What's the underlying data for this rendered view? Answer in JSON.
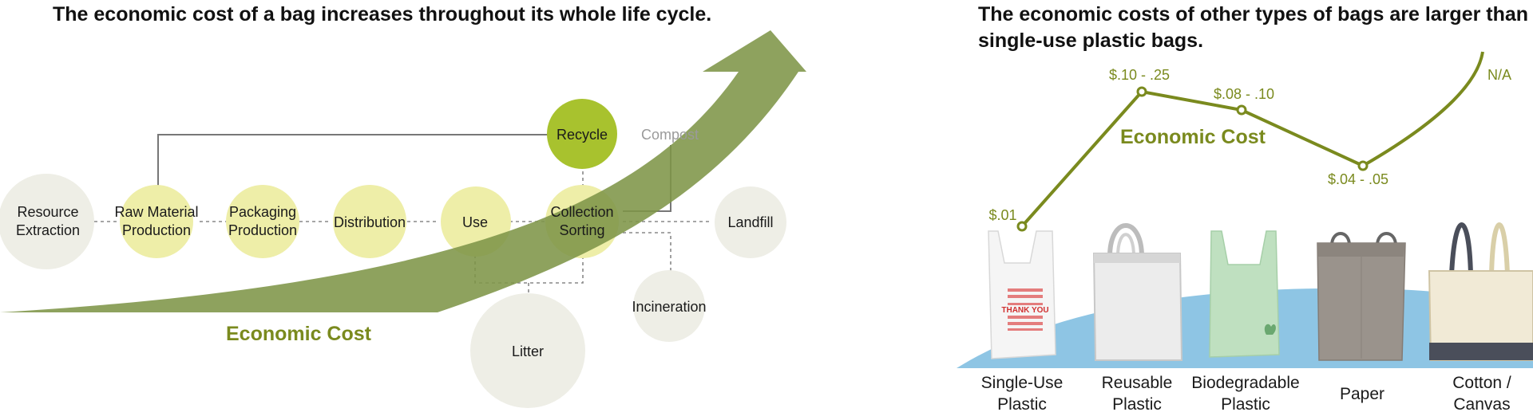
{
  "left": {
    "title": "The economic cost of a bag increases throughout its whole life cycle.",
    "cost_label": "Economic Cost",
    "nodes": {
      "resource_extraction": [
        "Resource",
        "Extraction"
      ],
      "raw_material_production": [
        "Raw Material",
        "Production"
      ],
      "packaging_production": [
        "Packaging",
        "Production"
      ],
      "distribution": "Distribution",
      "use": "Use",
      "collection_sorting": [
        "Collection",
        "Sorting"
      ],
      "recycle": "Recycle",
      "compost": "Compost",
      "landfill": "Landfill",
      "incineration": "Incineration",
      "litter": "Litter"
    }
  },
  "right": {
    "title": "The economic costs of other types of bags are larger than single-use plastic bags.",
    "cost_label": "Economic Cost",
    "bags": [
      [
        "Single-Use",
        "Plastic"
      ],
      [
        "Reusable",
        "Plastic"
      ],
      [
        "Biodegradable",
        "Plastic"
      ],
      [
        "Paper"
      ],
      [
        "Cotton /",
        "Canvas"
      ]
    ],
    "print_text": "THANK YOU"
  },
  "chart_data": {
    "type": "line",
    "categories": [
      "Single-Use Plastic",
      "Reusable Plastic",
      "Biodegradable Plastic",
      "Paper",
      "Cotton / Canvas"
    ],
    "series": [
      {
        "name": "Economic Cost",
        "values": [
          "$.01",
          "$.10 - .25",
          "$.08 - .10",
          "$.04 - .05",
          "N/A"
        ]
      }
    ],
    "title": "The economic costs of other types of bags are larger than single-use plastic bags.",
    "xlabel": "",
    "ylabel": ""
  },
  "colors": {
    "olive": "#7a8a1e",
    "arrow": "#8a9e5c",
    "circle_grey": "#eeeee6",
    "circle_yellow": "#eeeea8",
    "recycle": "#a8c22e",
    "ground": "#8ec5e4"
  }
}
